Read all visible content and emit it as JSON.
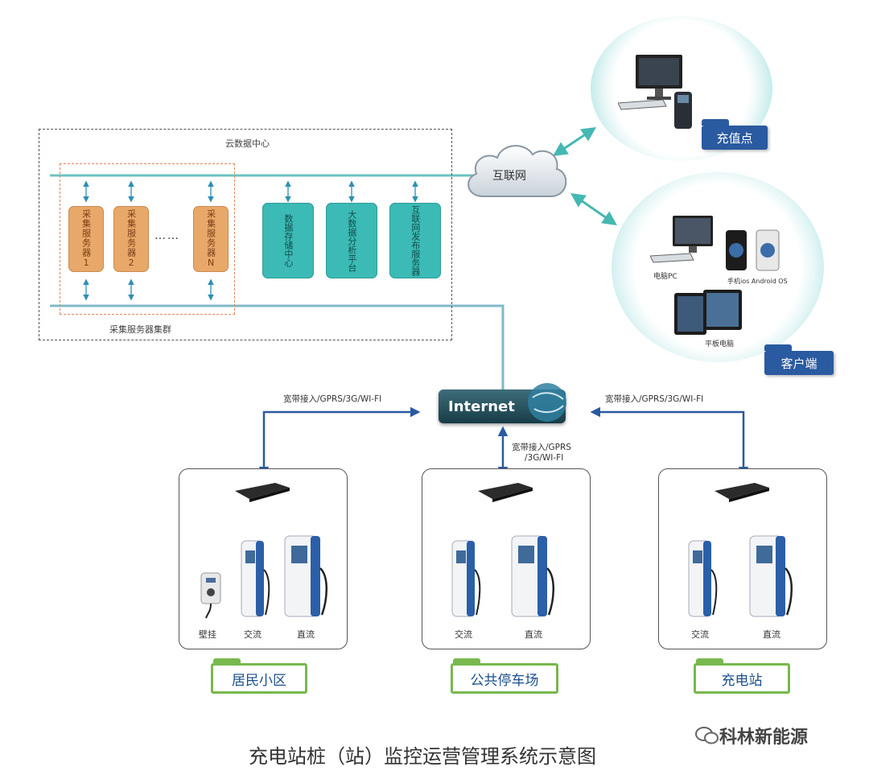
{
  "cloud_center": {
    "title": "云数据中心",
    "cluster_label": "采集服务器集群",
    "servers": [
      "采集服务器1",
      "采集服务器2",
      "采集服务器N"
    ],
    "ellipsis": "……",
    "services": [
      "数据存储中心",
      "大数据分析平台",
      "互联网发布服务器"
    ]
  },
  "internet_cloud": {
    "label": "互联网"
  },
  "recharge_point": {
    "label": "充值点"
  },
  "client": {
    "label": "客户端",
    "items": [
      "电脑PC",
      "手机ios Android OS",
      "平板电脑"
    ]
  },
  "internet_box": {
    "label": "Internet"
  },
  "access_labels": {
    "left": "宽带接入/GPRS/3G/WI-FI",
    "right": "宽带接入/GPRS/3G/WI-FI",
    "middle_line1": "宽带接入/GPRS",
    "middle_line2": "/3G/WI-FI"
  },
  "sites": [
    {
      "name": "居民小区",
      "chargers": [
        "壁挂",
        "交流",
        "直流"
      ]
    },
    {
      "name": "公共停车场",
      "chargers": [
        "交流",
        "直流"
      ]
    },
    {
      "name": "充电站",
      "chargers": [
        "交流",
        "直流"
      ]
    }
  ],
  "caption": "充电站桩（站）监控运营管理系统示意图",
  "watermark": "科林新能源",
  "colors": {
    "teal": "#6cc3c0",
    "navy": "#2a5a9f",
    "green": "#78b84e",
    "orange": "#e8a86a",
    "service": "#3cbab5"
  }
}
